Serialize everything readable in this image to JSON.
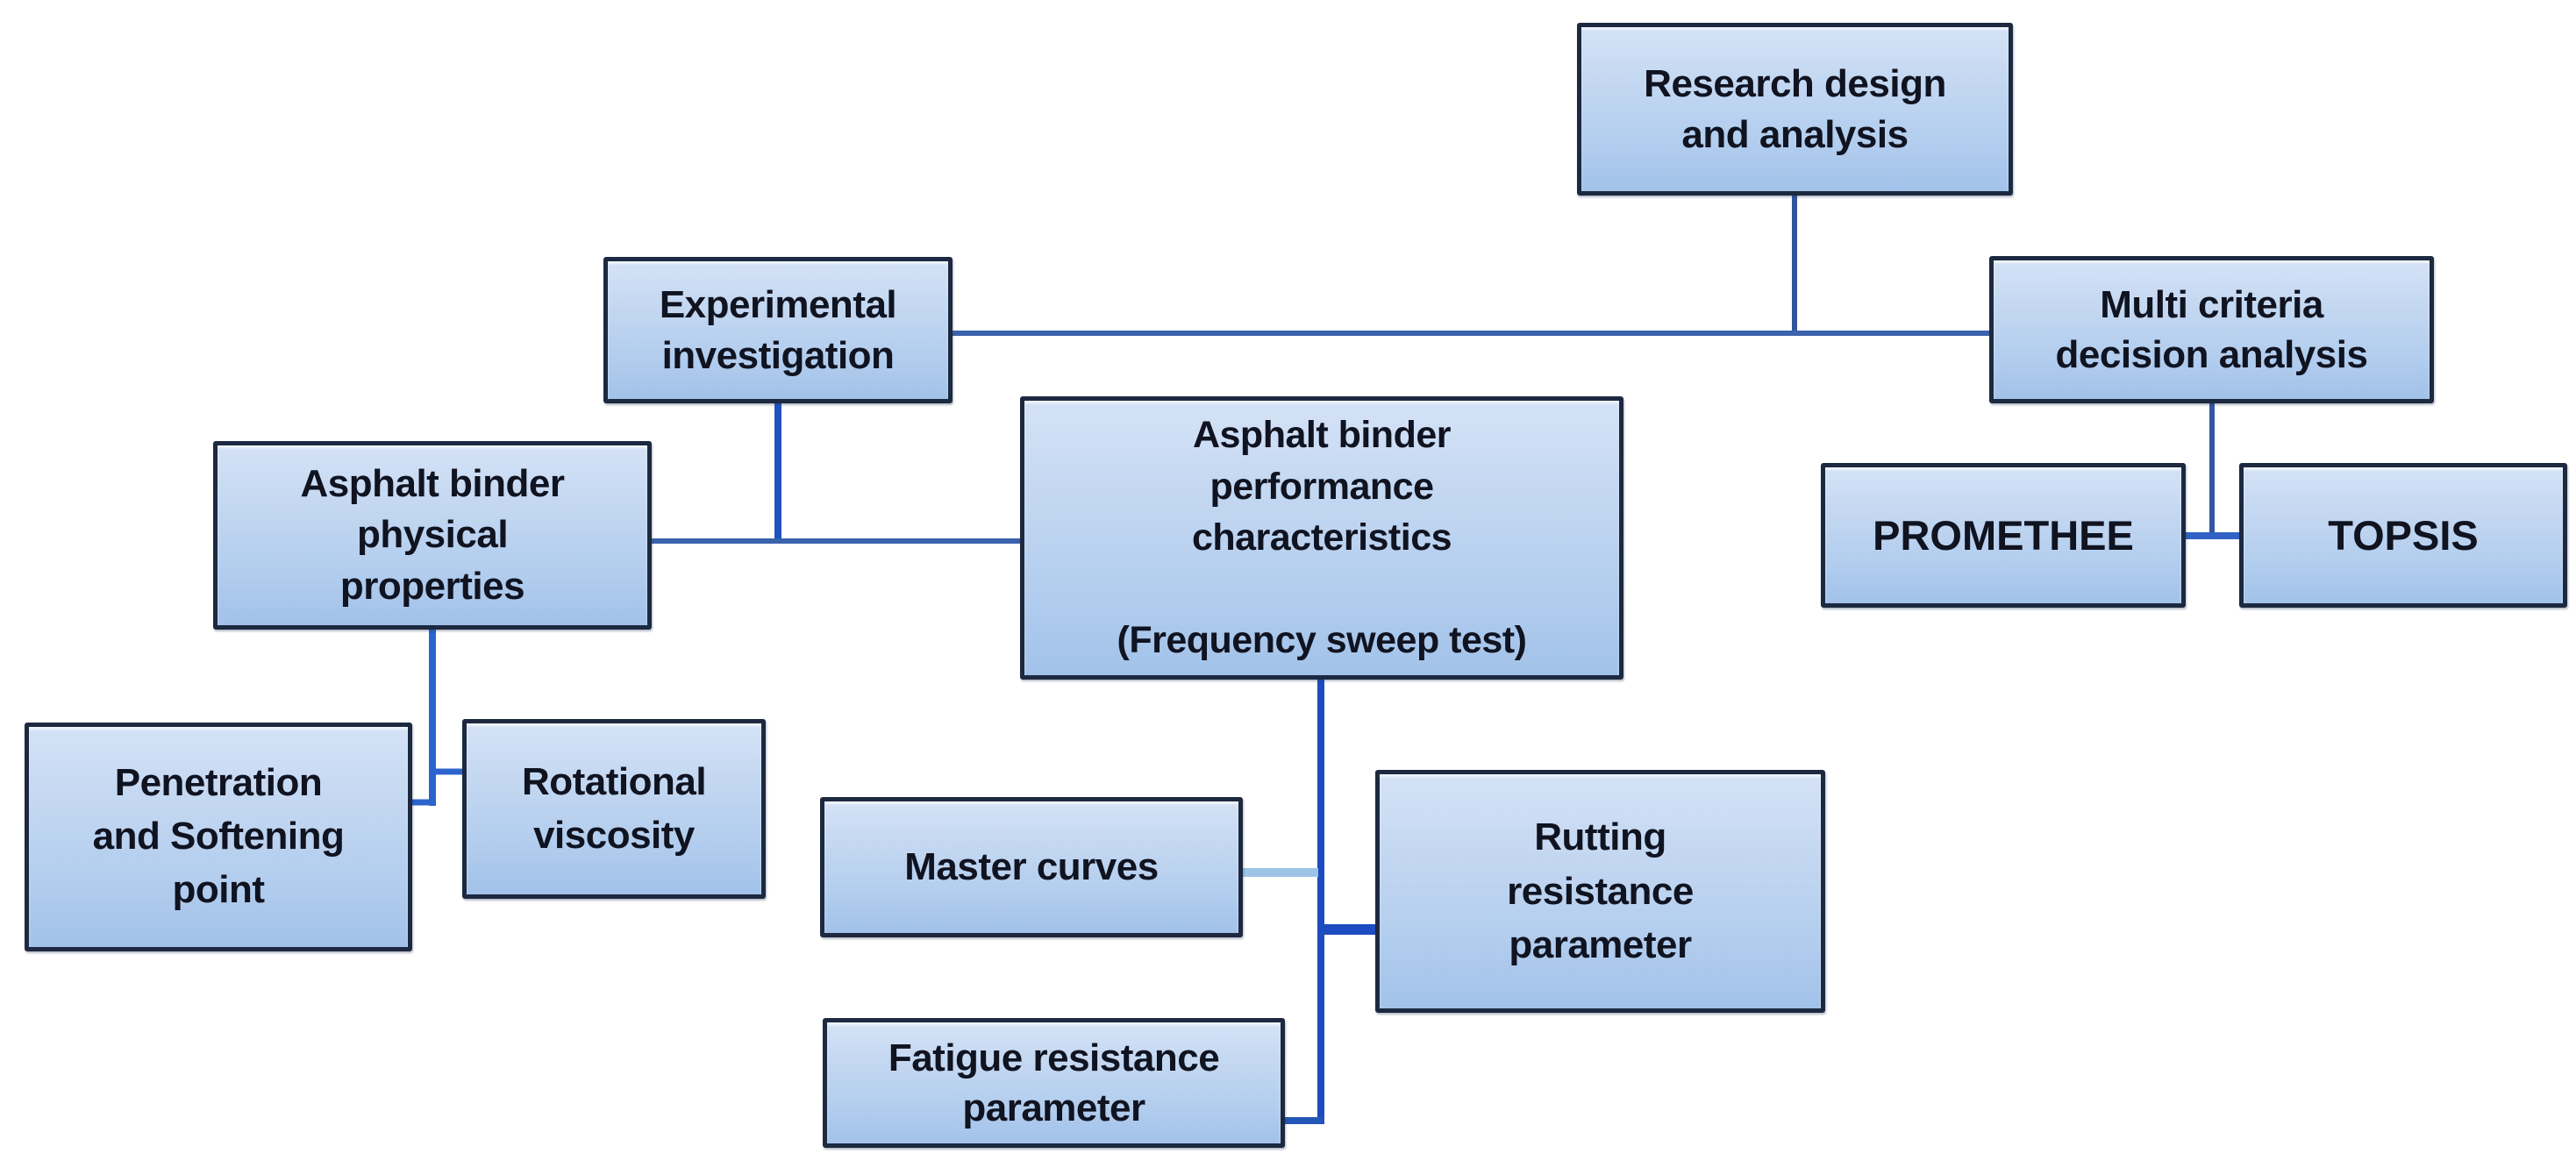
{
  "diagram": {
    "type": "flowchart",
    "description": "Research design and analysis flowchart for asphalt binder study",
    "nodes": [
      {
        "id": "research",
        "label": "Research design\nand analysis"
      },
      {
        "id": "experimental",
        "label": "Experimental\ninvestigation"
      },
      {
        "id": "multicriteria",
        "label": "Multi criteria\ndecision analysis"
      },
      {
        "id": "promethee",
        "label": "PROMETHEE"
      },
      {
        "id": "topsis",
        "label": "TOPSIS"
      },
      {
        "id": "physical",
        "label": "Asphalt binder\nphysical\nproperties"
      },
      {
        "id": "performance",
        "label": "Asphalt binder\nperformance\ncharacteristics\n\n(Frequency sweep test)"
      },
      {
        "id": "penetration",
        "label": "Penetration\nand Softening\npoint"
      },
      {
        "id": "rotational",
        "label": "Rotational\nviscosity"
      },
      {
        "id": "master",
        "label": "Master curves"
      },
      {
        "id": "rutting",
        "label": "Rutting\nresistance\nparameter"
      },
      {
        "id": "fatigue",
        "label": "Fatigue resistance\nparameter"
      }
    ],
    "edges": [
      {
        "from": "Research design and analysis",
        "to": "Experimental investigation"
      },
      {
        "from": "Research design and analysis",
        "to": "Multi criteria decision analysis"
      },
      {
        "from": "Multi criteria decision analysis",
        "to": "PROMETHEE"
      },
      {
        "from": "Multi criteria decision analysis",
        "to": "TOPSIS"
      },
      {
        "from": "Experimental investigation",
        "to": "Asphalt binder physical properties"
      },
      {
        "from": "Experimental investigation",
        "to": "Asphalt binder performance characteristics (Frequency sweep test)"
      },
      {
        "from": "Asphalt binder physical properties",
        "to": "Penetration and Softening point"
      },
      {
        "from": "Asphalt binder physical properties",
        "to": "Rotational viscosity"
      },
      {
        "from": "Asphalt binder performance characteristics (Frequency sweep test)",
        "to": "Master curves"
      },
      {
        "from": "Asphalt binder performance characteristics (Frequency sweep test)",
        "to": "Rutting resistance parameter"
      },
      {
        "from": "Asphalt binder performance characteristics (Frequency sweep test)",
        "to": "Fatigue resistance parameter"
      }
    ],
    "palette": {
      "background": "#ffffff",
      "box_fill_top": "#d4e2f6",
      "box_fill_bottom": "#a2c2e9",
      "box_border": "#1c2940",
      "text_color": "#101320",
      "connector_blue": "#3a62ad",
      "connector_bright_blue": "#1d4cc0",
      "connector_light_blue": "#9dc3e6"
    }
  }
}
